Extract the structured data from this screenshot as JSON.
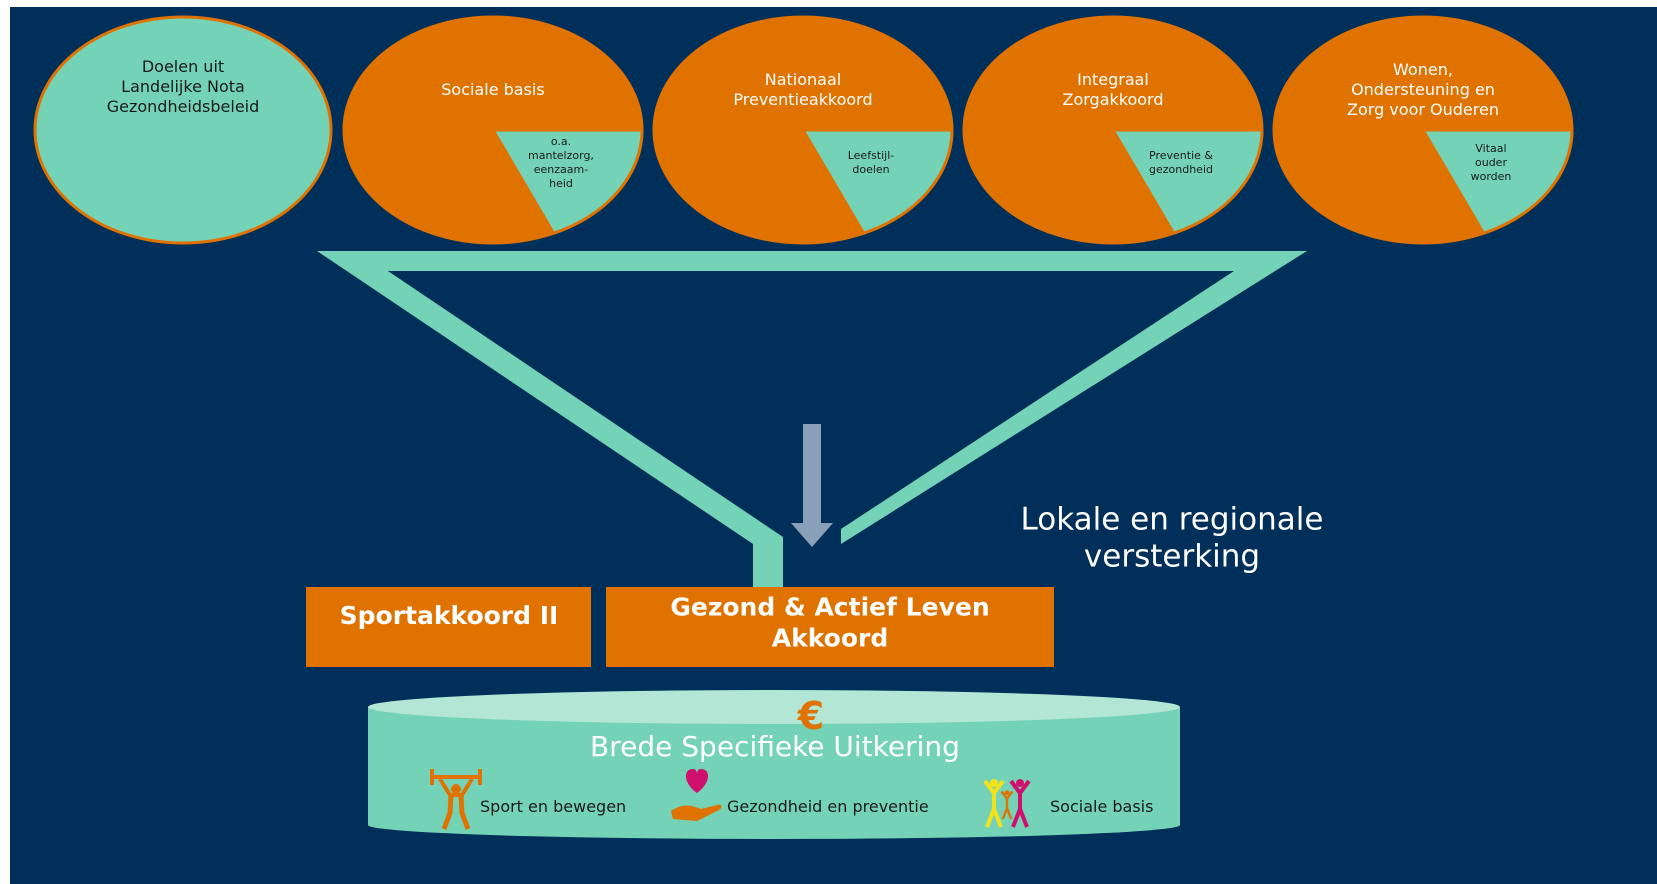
{
  "colors": {
    "background": "#002f5a",
    "orange": "#e07200",
    "teal": "#74d3b6",
    "teal_light": "#b3e6d5",
    "arrow": "#8aa0b8",
    "text_dark": "#1a1a1a",
    "text_light": "#ffffff",
    "icon_orange": "#e07200",
    "icon_pink": "#d0106e",
    "icon_yellow": "#f2e21a"
  },
  "sources": [
    {
      "id": "nota",
      "title": "Doelen uit\nLandelijke Nota\nGezondheidsbeleid",
      "slice": ""
    },
    {
      "id": "sociale-basis",
      "title": "Sociale basis",
      "slice": "o.a.\nmantelzorg,\neenzaam-\nheid"
    },
    {
      "id": "preventieakkoord",
      "title": "Nationaal\nPreventieakkoord",
      "slice": "Leefstijl-\ndoelen"
    },
    {
      "id": "zorgakkoord",
      "title": "Integraal\nZorgakkoord",
      "slice": "Preventie &\ngezondheid"
    },
    {
      "id": "wonen",
      "title": "Wonen,\nOndersteuning en\nZorg voor Ouderen",
      "slice": "Vitaal\nouder\nworden"
    }
  ],
  "side_label": "Lokale en regionale\nversterking",
  "boxes": {
    "sportakkoord": "Sportakkoord II",
    "gala": "Gezond & Actief Leven\nAkkoord"
  },
  "bucket": {
    "symbol": "€",
    "title": "Brede Specifieke Uitkering",
    "items": [
      {
        "icon": "weightlifter-icon",
        "label": "Sport en bewegen"
      },
      {
        "icon": "heart-hand-icon",
        "label": "Gezondheid en preventie"
      },
      {
        "icon": "people-group-icon",
        "label": "Sociale basis"
      }
    ]
  }
}
